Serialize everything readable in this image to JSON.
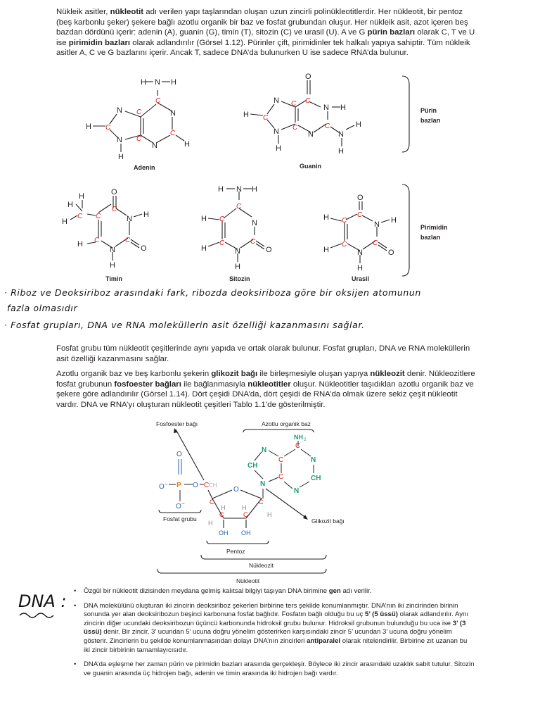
{
  "intro": {
    "t1": "Nükleik asitler, ",
    "b1": "nükleotit",
    "t2": " adı verilen yapı taşlarından oluşan uzun zincirli polinükleotitlerdir. Her nükleotit, bir pentoz (beş karbonlu şeker) şekere bağlı azotlu organik bir baz ve fosfat grubundan oluşur. Her nükleik asit, azot içeren beş bazdan dördünü içerir: adenin (A), guanin (G), timin (T), sitozin (C) ve urasil (U). A ve G ",
    "b2": "pürin bazları",
    "t3": " olarak C, T ve U ise ",
    "b3": "pirimidin bazları",
    "t4": " olarak adlandırılır (Görsel 1.12). Pürinler çift, pirimidinler tek halkalı yapıya sahiptir. Tüm nükleik asitler A, C ve G bazlarını içerir. Ancak T, sadece DNA’da bulunurken U ise sadece RNA’da bulunur."
  },
  "bases": {
    "adenine": "Adenin",
    "guanine": "Guanin",
    "thymine": "Timin",
    "cytosine": "Sitozin",
    "uracil": "Urasil",
    "purine_label_1": "Pürin",
    "purine_label_2": "bazları",
    "pyrimidine_label_1": "Pirimidin",
    "pyrimidine_label_2": "bazları"
  },
  "atoms": {
    "H": "H",
    "N": "N",
    "O": "O",
    "C": "C",
    "OH": "OH",
    "NH2": "NH",
    "sub2": "2",
    "ominus": "O",
    "minus": "−",
    "P": "P",
    "CH2": "CH",
    "CH": "CH"
  },
  "handwritten": {
    "note1_line1": "· Riboz ve Deoksiriboz arasındaki fark, ribozda deoksiriboza göre bir oksijen atomunun",
    "note1_line2": "fazla olmasıdır",
    "note2": "· Fosfat grupları, DNA ve RNA moleküllerin asit özelliği kazanmasını sağlar.",
    "dna": "DNA :"
  },
  "para2": "Fosfat grubu tüm nükleotit çeşitlerinde aynı yapıda ve ortak olarak bulunur. Fosfat grupları, DNA ve RNA moleküllerin asit özelliği kazanmasını sağlar.",
  "para3": {
    "t1": "Azotlu organik baz ve beş karbonlu şekerin ",
    "b1": "glikozit bağı",
    "t2": " ile birleşmesiyle oluşan yapıya ",
    "b2": "nükleozit",
    "t3": " denir. Nükleozitlere fosfat grubunun ",
    "b3": "fosfoester bağları",
    "t4": " ile bağlanmasıyla ",
    "b4": "nükleotitler",
    "t5": " oluşur. Nükleotitler taşıdıkları azotlu organik baz ve şekere göre adlandırılır (Görsel 1.14). Dört çeşidi DNA’da, dört çeşidi de RNA’da olmak üzere sekiz çeşit nükleotit vardır. DNA ve RNA’yı oluşturan nükleotit çeşitleri Tablo 1.1’de gösterilmiştir."
  },
  "figure": {
    "fosfoester": "Fosfoester bağı",
    "azotlu": "Azotlu organik baz",
    "fosfat_grubu": "Fosfat grubu",
    "glikozit": "Glikozit bağı",
    "pentoz": "Pentoz",
    "nukleozit": "Nükleozit",
    "nukleotit": "Nükleotit"
  },
  "dna_points": {
    "p1_t1": "Özgül bir nükleotit dizisinden meydana gelmiş kalıtsal bilgiyi taşıyan DNA birimine ",
    "p1_b1": "gen",
    "p1_t2": " adı verilir.",
    "p2_t1": "DNA molekülünü oluşturan iki zincirin deoksiriboz şekerleri birbirine ters şekilde konumlanmıştır. DNA’nın iki zincirinden birinin  sonunda yer alan deoksiribozun beşinci karbonuna fosfat bağlıdır. Fosfatın bağlı olduğu bu uç  ",
    "p2_b1": "5’ (5 üssü)",
    "p2_t2": " olarak adlandırılır. Aynı zincirin diğer ucundaki deoksiribozun üçüncü karbonunda hidroksil grubu bulunur. Hidroksil grubunun bulunduğu bu uca ise ",
    "p2_b2": "3’ (3 üssü)",
    "p2_t3": " denir. Bir zincir, 3’ ucundan 5’ ucuna doğru yönelim gösterirken karşısındaki zincir 5’ ucundan 3’ ucuna doğru yönelim gösterir.  Zincirlerin bu şekilde konumlanmasından dolayı DNA’nın zincirleri ",
    "p2_b3": "antiparalel",
    "p2_t4": " olarak nitelendirilir. Birbirine zıt uzanan bu iki zincir birbirinin tamamlayıcısıdır.",
    "p3": "DNA’da eşleşme her zaman pürin ve pirimidin bazları arasında gerçekleşir. Böylece iki zincir arasındaki uzaklık sabit tutulur. Sitozin ve guanin arasında üç hidrojen bağı, adenin ve timin arasında iki hidrojen bağı vardır."
  },
  "colors": {
    "text": "#231f20",
    "carbon_mark": "#e0191c",
    "nitrogen": "#1a9e6a",
    "phosphate": "#e07b1a",
    "oxygen_blue": "#2a5fa8"
  }
}
